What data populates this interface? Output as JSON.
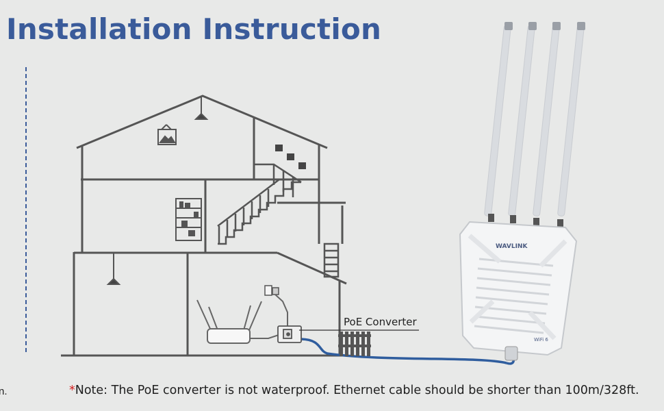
{
  "title": "Installation Instruction",
  "note": {
    "asterisk": "*",
    "text": "Note: The PoE converter is not waterproof. Ethernet cable should be shorter than 100m/328ft."
  },
  "labels": {
    "poe_converter": "PoE Converter",
    "stray_fragment": "n."
  },
  "device": {
    "brand": "WAVLINK",
    "badge": "WiFi 6"
  },
  "colors": {
    "title": "#3a5b9a",
    "house_line": "#555555",
    "ethernet_cable": "#2f5d9e",
    "note_asterisk": "#d32020"
  }
}
